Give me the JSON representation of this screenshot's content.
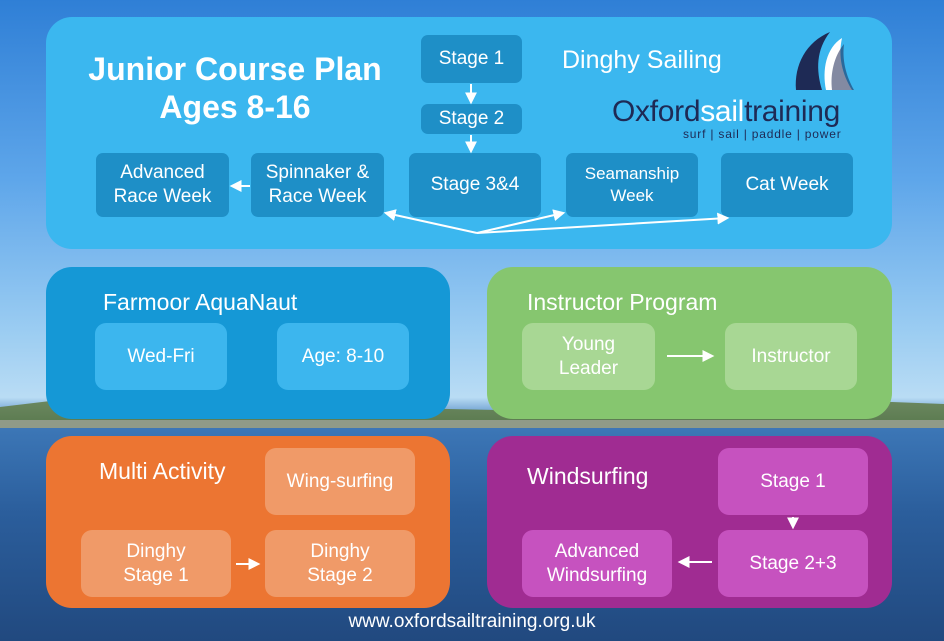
{
  "title": {
    "line1": "Junior Course Plan",
    "line2": "Ages 8-16",
    "full": "Junior Course Plan\nAges 8-16"
  },
  "dinghy": {
    "label": "Dinghy Sailing",
    "stage1": "Stage 1",
    "stage2": "Stage 2",
    "stage34": "Stage 3&4",
    "spinnaker": "Spinnaker &\nRace Week",
    "advanced_race": "Advanced\nRace Week",
    "seamanship": "Seamanship\nWeek",
    "cat_week": "Cat Week"
  },
  "logo": {
    "part1": "Oxford",
    "part2": "sail",
    "part3": "training",
    "tagline": "surf | sail | paddle | power"
  },
  "aquanaut": {
    "title": "Farmoor AquaNaut",
    "days": "Wed-Fri",
    "age": "Age: 8-10"
  },
  "instructor": {
    "title": "Instructor Program",
    "young_leader": "Young\nLeader",
    "instructor": "Instructor"
  },
  "multi": {
    "title": "Multi Activity",
    "wing": "Wing-surfing",
    "dinghy1": "Dinghy\nStage 1",
    "dinghy2": "Dinghy\nStage 2"
  },
  "windsurf": {
    "title": "Windsurfing",
    "stage1": "Stage 1",
    "stage23": "Stage 2+3",
    "advanced": "Advanced\nWindsurfing"
  },
  "website": "www.oxfordsailtraining.org.uk",
  "colors": {
    "dinghy_panel": "#3bb7ef",
    "aquanaut_panel": "#1598d6",
    "instructor_panel": "#86c66f",
    "multi_panel": "#ec7532",
    "windsurf_panel": "#a02c92",
    "logo_navy": "#1e2a55"
  }
}
